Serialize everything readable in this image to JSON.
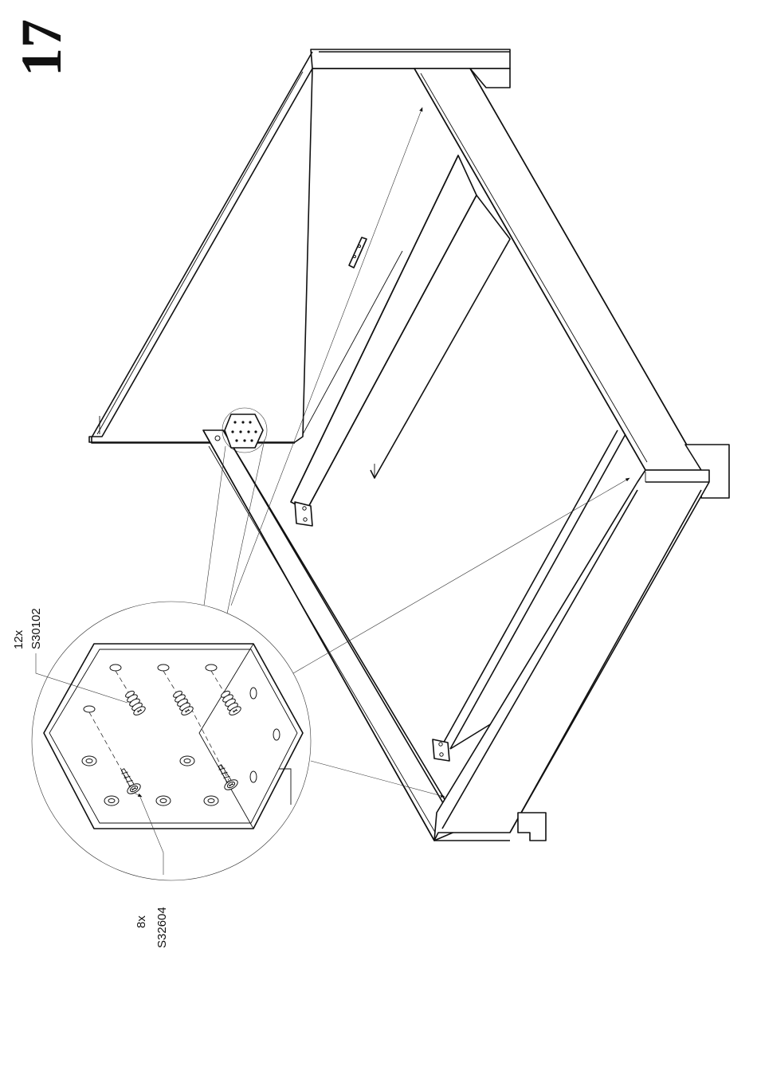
{
  "step": {
    "number": "17"
  },
  "callouts": [
    {
      "qty": "12x",
      "part": "S30102"
    },
    {
      "qty": "8x",
      "part": "S32604"
    }
  ],
  "colors": {
    "line": "#111111",
    "background": "#ffffff"
  }
}
